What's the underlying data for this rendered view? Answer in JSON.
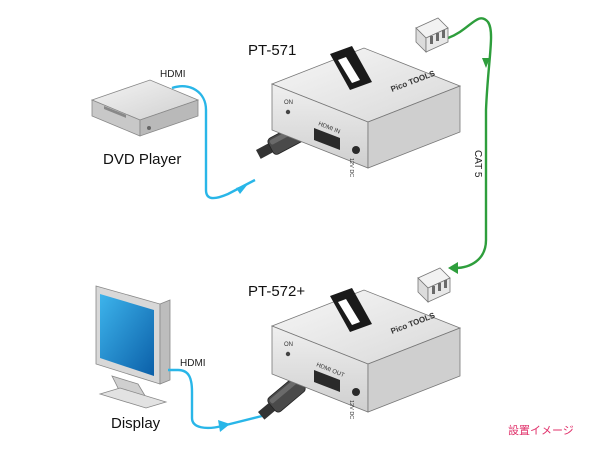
{
  "devices": {
    "transmitter": {
      "model": "PT-571",
      "power_label": "ON",
      "port_label": "HDMI IN",
      "dc_label": "12V DC",
      "top_label": "Pico TOOLS"
    },
    "receiver": {
      "model": "PT-572+",
      "power_label": "ON",
      "port_label": "HDMI OUT",
      "dc_label": "12V DC",
      "top_label": "Pico TOOLS"
    }
  },
  "sources": {
    "dvd_player": {
      "label": "DVD Player",
      "cable_label": "HDMI"
    },
    "display": {
      "label": "Display",
      "cable_label": "HDMI"
    }
  },
  "link": {
    "cable_label": "CAT 5"
  },
  "caption": "設置イメージ",
  "colors": {
    "hdmi_cable": "#29b6e8",
    "cat5_cable": "#2e9e3c",
    "device_body": "#d9d9d9",
    "caption": "#e0306a"
  }
}
